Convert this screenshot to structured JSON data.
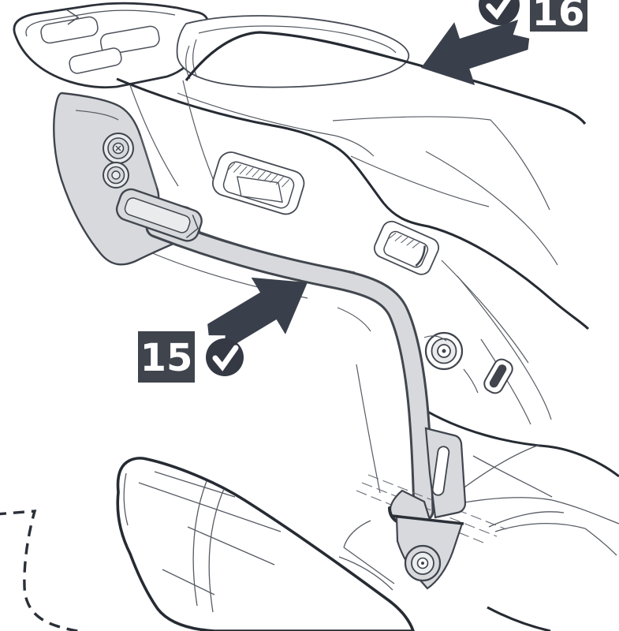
{
  "illustration": {
    "description": "Motorcycle rear three-quarter line drawing showing installation of a gray side-case fitting rail onto the tail section, with exhaust muffler at lower left",
    "parts": [
      "luggage-rack",
      "seat",
      "tail-bodywork",
      "grab-handle-slots",
      "mounting-bracket",
      "pannier-rail",
      "lower-bracket",
      "exhaust-muffler",
      "frame-lines",
      "cut-boundary"
    ]
  },
  "steps": [
    {
      "number": "15",
      "check": true
    },
    {
      "number": "16",
      "check": true
    }
  ],
  "colors": {
    "background": "#ffffff",
    "line_ink_thick": "#262b33",
    "line_ink_thin": "#4d525b",
    "annotation_dark": "#3a404b",
    "metal_gray_fill": "#d7d9dc",
    "metal_gray_light": "#e9ebec"
  }
}
